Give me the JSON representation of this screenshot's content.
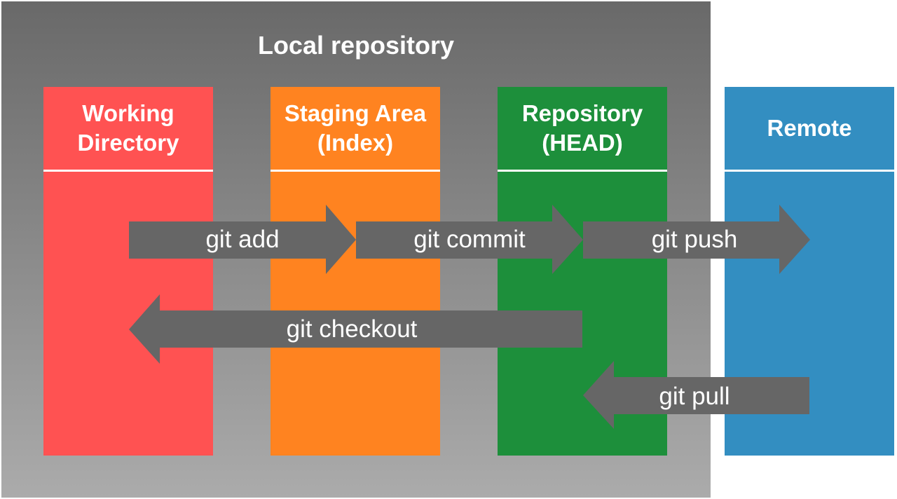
{
  "diagram": {
    "local_title": "Local repository",
    "columns": {
      "working": {
        "line1": "Working",
        "line2": "Directory",
        "color": "#ff5252"
      },
      "staging": {
        "line1": "Staging Area",
        "line2": "(Index)",
        "color": "#ff8320"
      },
      "repo": {
        "line1": "Repository",
        "line2": "(HEAD)",
        "color": "#1d8f3b"
      },
      "remote": {
        "line1": "Remote",
        "color": "#338ec1"
      }
    },
    "arrows": {
      "add": {
        "label": "git add",
        "direction": "right"
      },
      "commit": {
        "label": "git commit",
        "direction": "right"
      },
      "push": {
        "label": "git push",
        "direction": "right"
      },
      "checkout": {
        "label": "git checkout",
        "direction": "left"
      },
      "pull": {
        "label": "git pull",
        "direction": "left"
      }
    },
    "arrow_color": "#666666",
    "local_bg_top": "#696969",
    "local_bg_bottom": "#ababab"
  }
}
